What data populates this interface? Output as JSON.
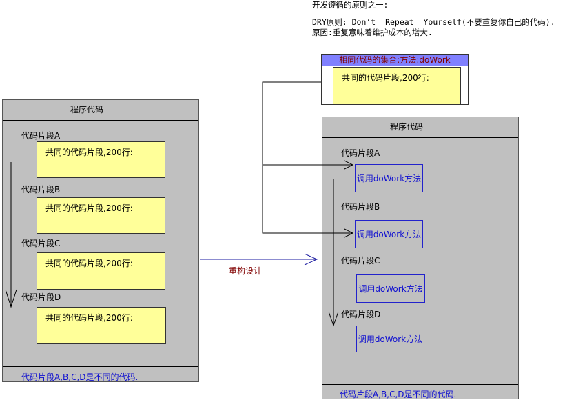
{
  "header": {
    "line1": "开发遵循的原则之一:",
    "line2": "DRY原则: Don’t  Repeat  Yourself(不要重复你自己的代码).",
    "line3": "原因:重复意味着维护成本的增大."
  },
  "left_panel": {
    "title": "程序代码",
    "segments": [
      {
        "label": "代码片段A",
        "box": "共同的代码片段,200行:"
      },
      {
        "label": "代码片段B",
        "box": "共同的代码片段,200行:"
      },
      {
        "label": "代码片段C",
        "box": "共同的代码片段,200行:"
      },
      {
        "label": "代码片段D",
        "box": "共同的代码片段,200行:"
      }
    ],
    "footer": "代码片段A,B,C,D是不同的代码."
  },
  "refactor_label": "重构设计",
  "collection": {
    "header": "相同代码的集合:方法:doWork",
    "box": "共同的代码片段,200行:"
  },
  "right_panel": {
    "title": "程序代码",
    "segments": [
      {
        "label": "代码片段A",
        "call": "调用doWork方法"
      },
      {
        "label": "代码片段B",
        "call": "调用doWork方法"
      },
      {
        "label": "代码片段C",
        "call": "调用doWork方法"
      },
      {
        "label": "代码片段D",
        "call": "调用doWork方法"
      }
    ],
    "footer": "代码片段A,B,C,D是不同的代码."
  },
  "colors": {
    "panel_bg": "#c0c0c0",
    "yellow": "#ffff99",
    "blue_text": "#1010d0",
    "collection_header": "#8080ff",
    "dark_red": "#800000"
  }
}
